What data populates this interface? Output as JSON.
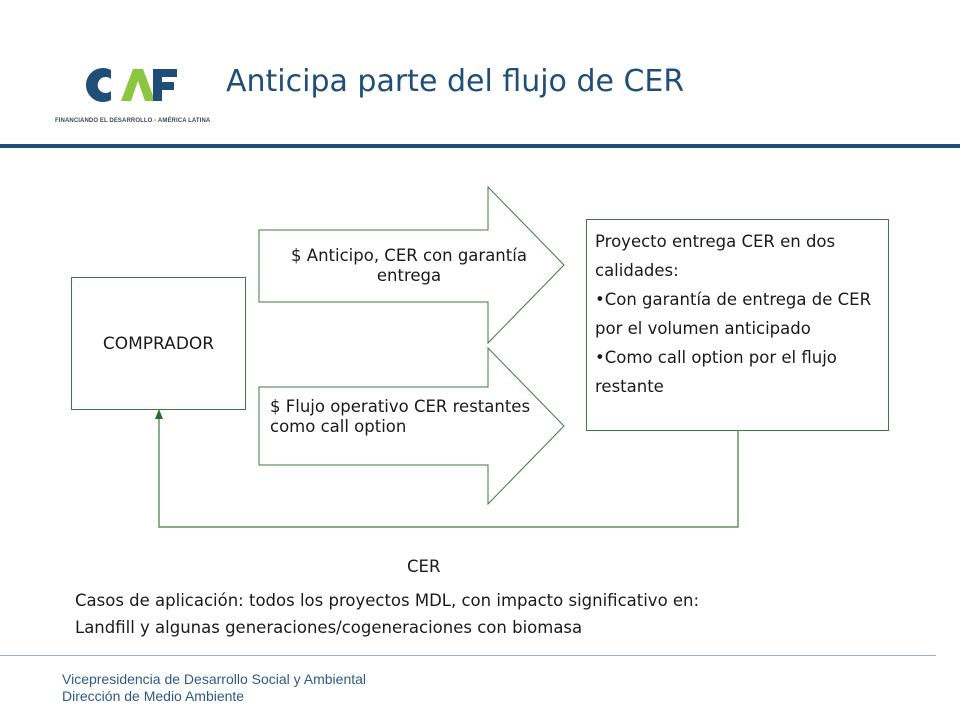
{
  "logo": {
    "wordmark": "CAF",
    "tagline_left": "FINANCIANDO EL DESARROLLO",
    "tagline_sep": "•",
    "tagline_right": "AMÉRICA LATINA",
    "colors": {
      "primary": "#1f4e79",
      "accent": "#8cc63f"
    }
  },
  "header": {
    "title": "Anticipa parte del flujo de CER"
  },
  "diagram": {
    "buyer": {
      "label": "COMPRADOR"
    },
    "arrow_top": {
      "label": "$ Anticipo, CER con garantía entrega"
    },
    "arrow_bottom": {
      "label": "$ Flujo operativo CER restantes como call option"
    },
    "project": {
      "lines": [
        "Proyecto entrega CER en dos calidades:",
        "•Con garantía de entrega de CER por el volumen anticipado",
        "•Como call option por el flujo restante"
      ]
    },
    "return_flow_label": "CER",
    "colors": {
      "border": "#3d7a3d",
      "text": "#1a1a1a"
    }
  },
  "cases": {
    "line1": "Casos  de aplicación:  todos los proyectos MDL, con impacto significativo en:",
    "line2": "Landfill y algunas generaciones/cogeneraciones con biomasa"
  },
  "footer": {
    "line1": "Vicepresidencia de Desarrollo Social y Ambiental",
    "line2": "Dirección de Medio Ambiente"
  }
}
